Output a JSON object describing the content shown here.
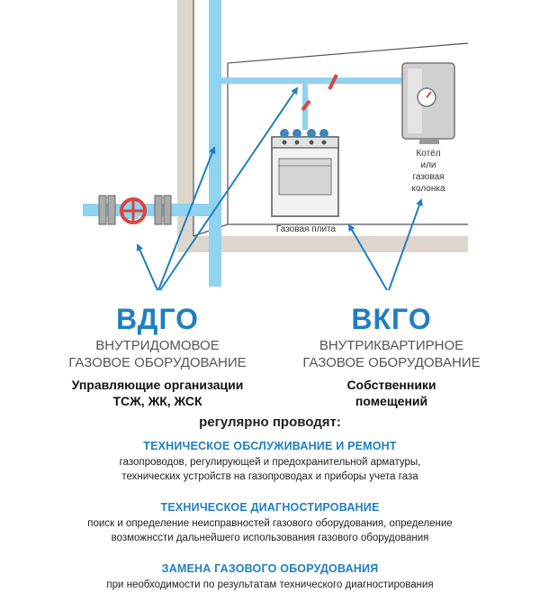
{
  "diagram": {
    "stove_label": "Газовая плита",
    "boiler_label_lines": [
      "Котёл",
      "или",
      "газовая",
      "колонка"
    ]
  },
  "vdgo": {
    "abbr": "ВДГО",
    "full_lines": [
      "ВНУТРИДОМОВОЕ",
      "ГАЗОВОЕ ОБОРУДОВАНИЕ"
    ],
    "responsible_lines": [
      "Управляющие организации",
      "ТСЖ, ЖК, ЖСК"
    ]
  },
  "vkgo": {
    "abbr": "ВКГО",
    "full_lines": [
      "ВНУТРИКВАРТИРНОЕ",
      "ГАЗОВОЕ ОБОРУДОВАНИЕ"
    ],
    "responsible_lines": [
      "Собственники",
      "помещений"
    ]
  },
  "regular_text": "регулярно проводят:",
  "sections": [
    {
      "title": "ТЕХНИЧЕСКОЕ ОБСЛУЖИВАНИЕ И РЕМОНТ",
      "lines": [
        "газопроводов, регулирующей и предохранительной арматуры,",
        "технических устройств на газопроводах и приборы учета газа"
      ]
    },
    {
      "title": "ТЕХНИЧЕСКОЕ ДИАГНОСТИРОВАНИЕ",
      "lines": [
        "поиск и определение неисправностей газового оборудования, определение",
        "возможнссти дальнейшего использования газового оборудования"
      ]
    },
    {
      "title": "ЗАМЕНА ГАЗОВОГО ОБОРУДОВАНИЯ",
      "lines": [
        "при необходимости по результатам технического диагностирования"
      ]
    }
  ],
  "colors": {
    "accent": "#1f7fc1",
    "pipe": "#8fd3ef",
    "wall": "#ddd6cc",
    "valve": "#d9463e"
  }
}
